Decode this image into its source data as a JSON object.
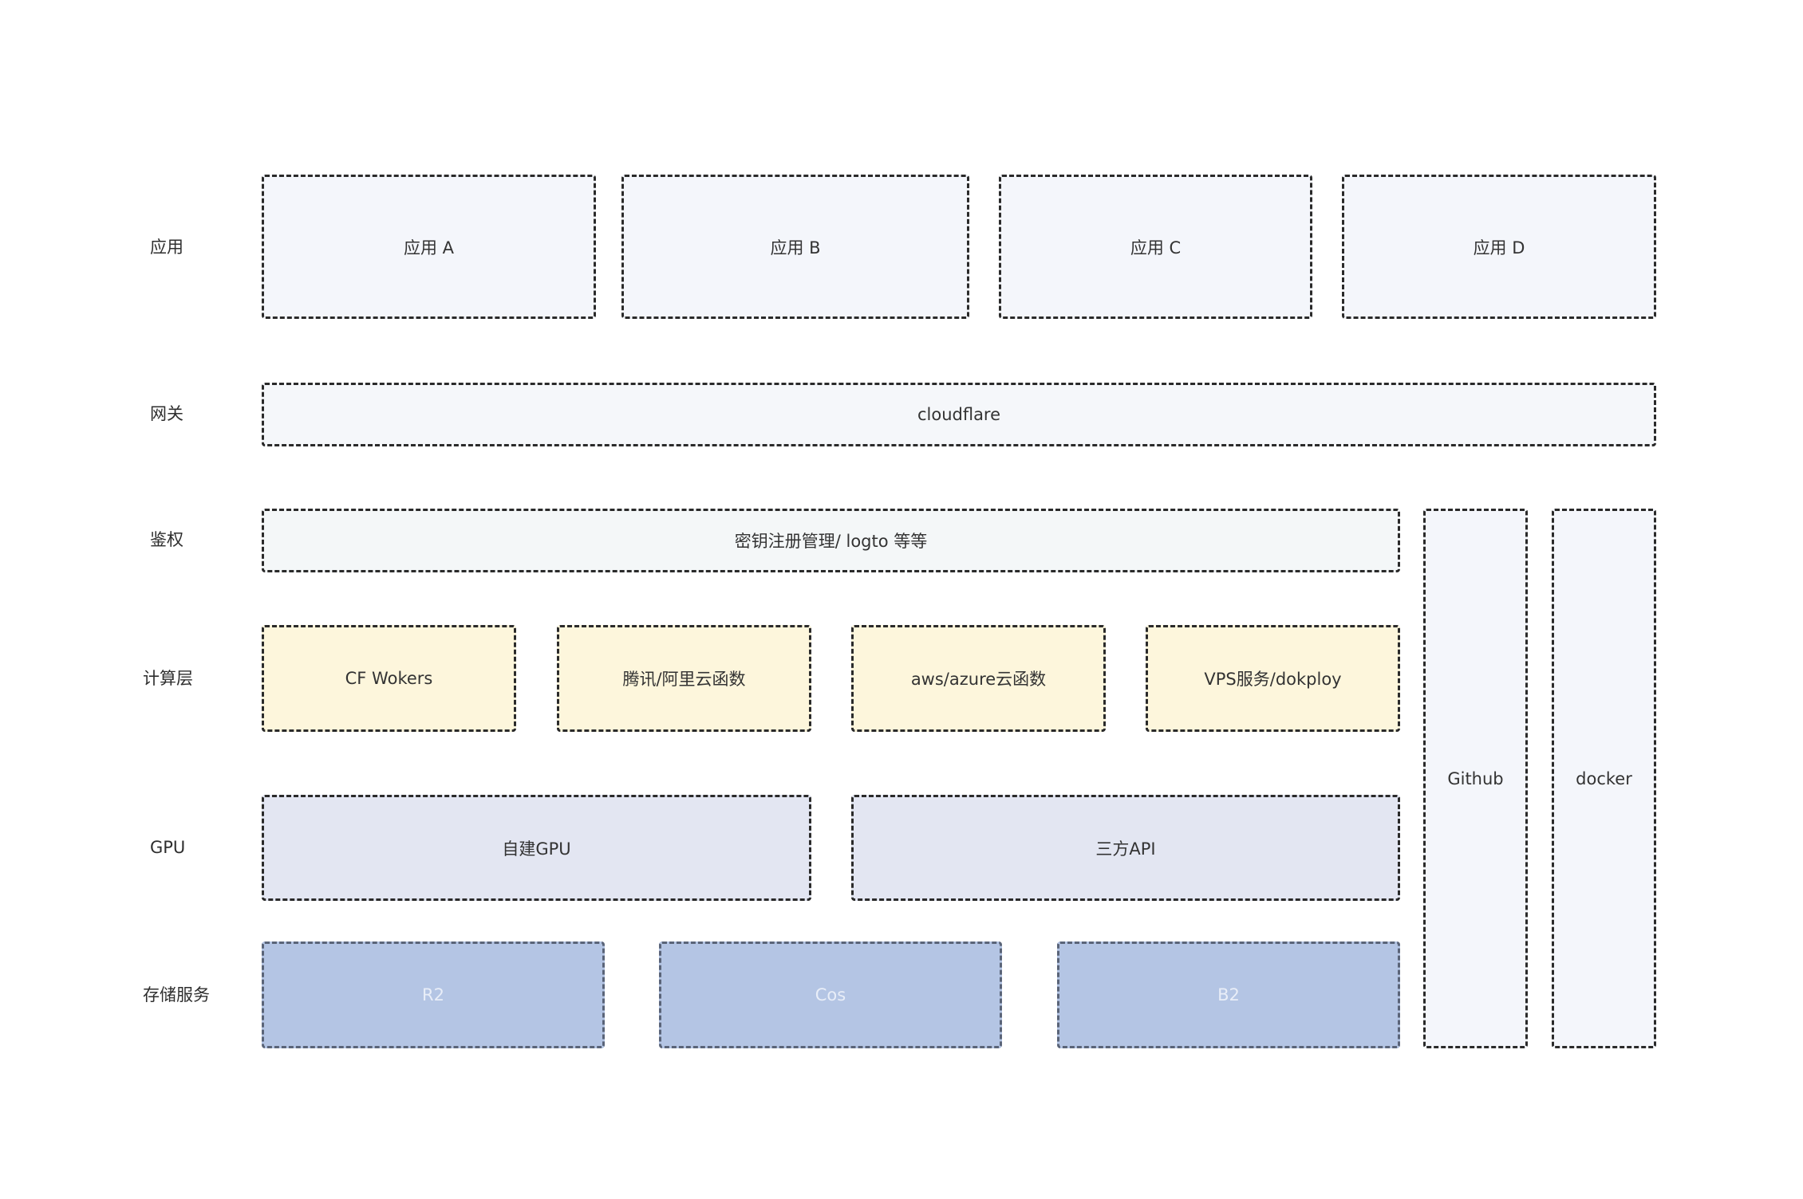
{
  "layers": {
    "app": {
      "label": "应用",
      "items": [
        "应用 A",
        "应用 B",
        "应用 C",
        "应用 D"
      ]
    },
    "gateway": {
      "label": "网关",
      "items": [
        "cloudflare"
      ]
    },
    "auth": {
      "label": "鉴权",
      "items": [
        "密钥注册管理/ logto 等等"
      ]
    },
    "compute": {
      "label": "计算层",
      "items": [
        "CF Wokers",
        "腾讯/阿里云函数",
        "aws/azure云函数",
        "VPS服务/dokploy"
      ]
    },
    "gpu": {
      "label": "GPU",
      "items": [
        "自建GPU",
        "三方API"
      ]
    },
    "storage": {
      "label": "存储服务",
      "items": [
        "R2",
        "Cos",
        "B2"
      ]
    }
  },
  "side": {
    "items": [
      "Github",
      "docker"
    ]
  },
  "colors": {
    "app_fill": "#f4f6fb",
    "gateway_fill": "#f5f7fa",
    "compute_fill": "#fdf6dc",
    "gpu_fill": "#e3e6f2",
    "storage_fill": "#b4c5e4",
    "border": "#2a2a2a"
  }
}
